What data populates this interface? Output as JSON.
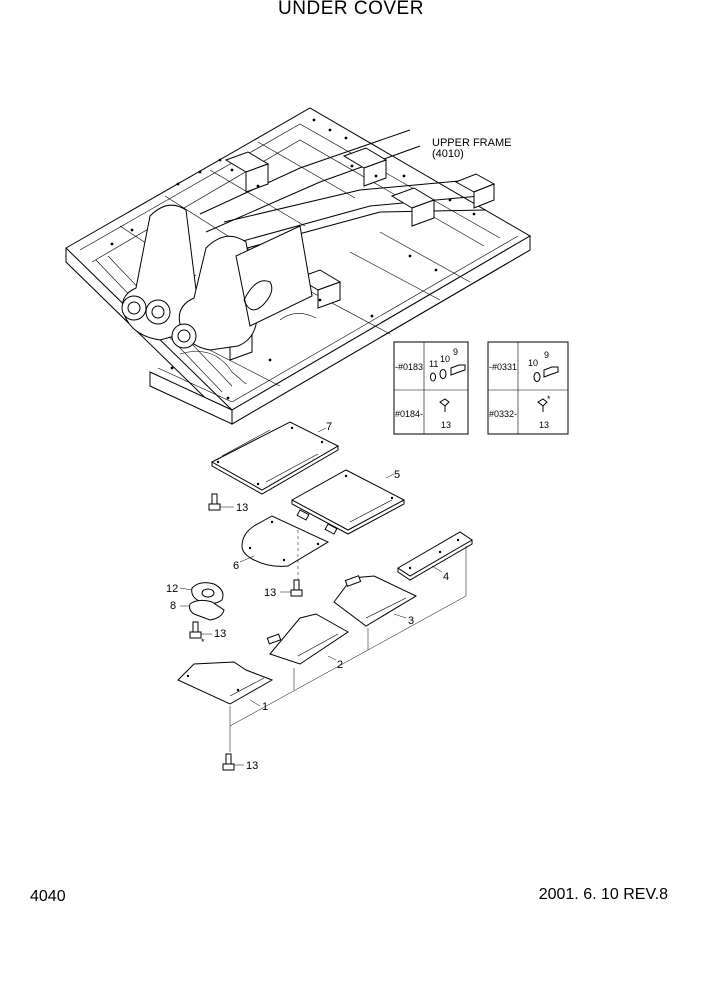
{
  "title": "UNDER COVER",
  "page_number": "4040",
  "revision": "2001. 6. 10 REV.8",
  "frame_label": {
    "line1": "UPPER FRAME",
    "line2": "(4010)"
  },
  "inset_1": {
    "top_serial": "-#0183",
    "bottom_serial": "#0184-",
    "parts_top": [
      "11",
      "10",
      "9"
    ],
    "part_bottom": "13"
  },
  "inset_2": {
    "top_serial": "-#0331",
    "bottom_serial": "#0332-",
    "parts_top": [
      "10",
      "9"
    ],
    "part_bottom": "13"
  },
  "callouts": {
    "p1": "1",
    "p2": "2",
    "p3": "3",
    "p4": "4",
    "p5": "5",
    "p6": "6",
    "p7": "7",
    "p8": "8",
    "p12": "12",
    "b13a": "13",
    "b13b": "13",
    "b13c": "13",
    "b13d": "13"
  }
}
